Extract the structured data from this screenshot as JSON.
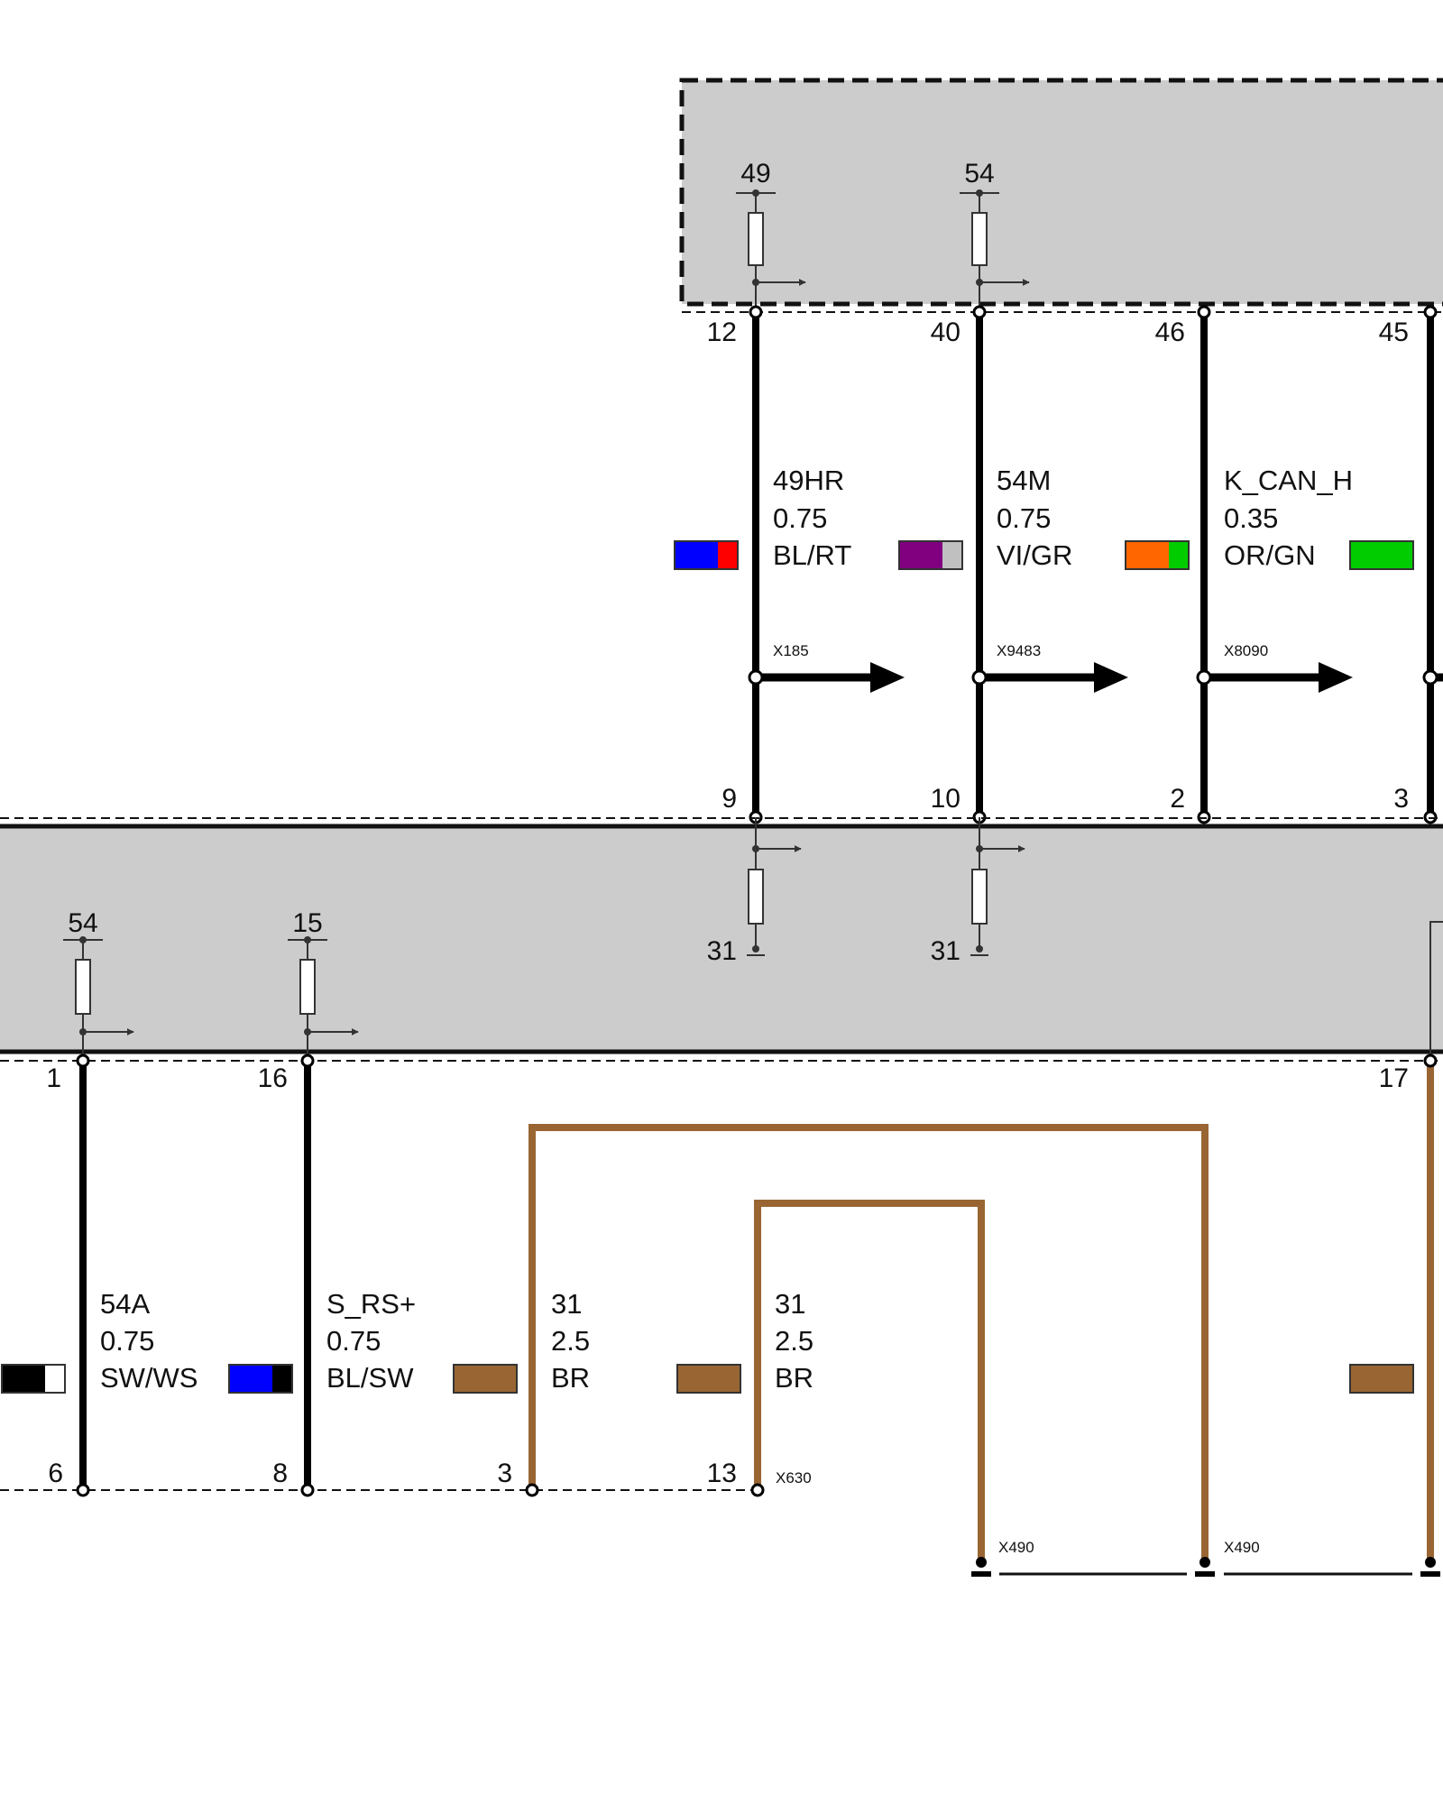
{
  "upper_module": {
    "supplies": [
      {
        "terminal": "49"
      },
      {
        "terminal": "54"
      }
    ],
    "pins": [
      "12",
      "40",
      "46",
      "45"
    ]
  },
  "upper_wires": [
    {
      "name": "49HR",
      "gauge": "0.75",
      "color_code": "BL/RT",
      "colors": [
        "#0000ff",
        "#ff0000"
      ],
      "connector": "X185",
      "bottom_pin": "9"
    },
    {
      "name": "54M",
      "gauge": "0.75",
      "color_code": "VI/GR",
      "colors": [
        "#800080",
        "#c0c0c0"
      ],
      "connector": "X9483",
      "bottom_pin": "10"
    },
    {
      "name": "K_CAN_H",
      "gauge": "0.35",
      "color_code": "OR/GN",
      "colors": [
        "#ff6600",
        "#00cc00"
      ],
      "connector": "X8090",
      "bottom_pin": "2"
    },
    {
      "colors": [
        "#00cc00"
      ],
      "bottom_pin": "3"
    }
  ],
  "lower_module": {
    "grounds": [
      {
        "terminal": "31"
      },
      {
        "terminal": "31"
      }
    ],
    "supplies": [
      {
        "terminal": "54"
      },
      {
        "terminal": "15"
      }
    ],
    "pins": [
      "1",
      "16",
      "17"
    ]
  },
  "lower_wires": [
    {
      "name": "54A",
      "gauge": "0.75",
      "color_code": "SW/WS",
      "colors": [
        "#000000",
        "#ffffff"
      ],
      "bottom_pin": "6"
    },
    {
      "name": "S_RS+",
      "gauge": "0.75",
      "color_code": "BL/SW",
      "colors": [
        "#0000ff",
        "#000000"
      ],
      "bottom_pin": "8"
    },
    {
      "name": "31",
      "gauge": "2.5",
      "color_code": "BR",
      "colors": [
        "#996633"
      ],
      "bottom_pin": "3"
    },
    {
      "name": "31",
      "gauge": "2.5",
      "color_code": "BR",
      "colors": [
        "#996633"
      ],
      "bottom_pin": "13",
      "connector": "X630"
    }
  ],
  "ground_points": [
    {
      "connector": "X490"
    },
    {
      "connector": "X490"
    }
  ],
  "colors": {
    "module_fill": "#cccccc",
    "wire_black": "#000000",
    "wire_brown": "#996633"
  }
}
